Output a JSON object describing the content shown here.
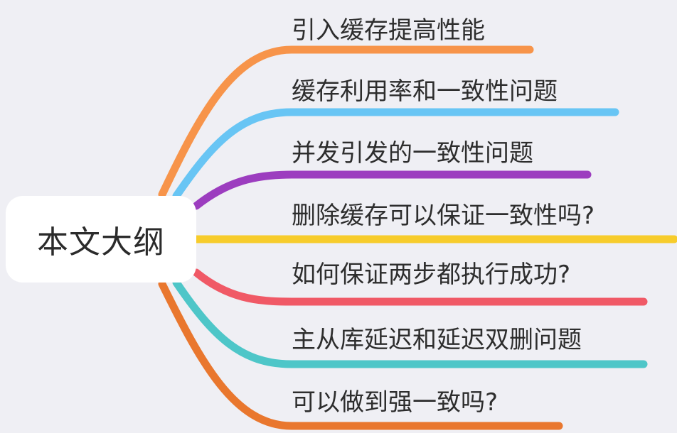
{
  "root": {
    "label": "本文大纲"
  },
  "branches": [
    {
      "label": "引入缓存提高性能",
      "color": "#f7944a"
    },
    {
      "label": "缓存利用率和一致性问题",
      "color": "#68c5f4"
    },
    {
      "label": "并发引发的一致性问题",
      "color": "#9c3dbf"
    },
    {
      "label": "删除缓存可以保证一致性吗?",
      "color": "#f7cc2b"
    },
    {
      "label": "如何保证两步都执行成功?",
      "color": "#f05966"
    },
    {
      "label": "主从库延迟和延迟双删问题",
      "color": "#4ec6c8"
    },
    {
      "label": "可以做到强一致吗?",
      "color": "#e9772e"
    }
  ]
}
